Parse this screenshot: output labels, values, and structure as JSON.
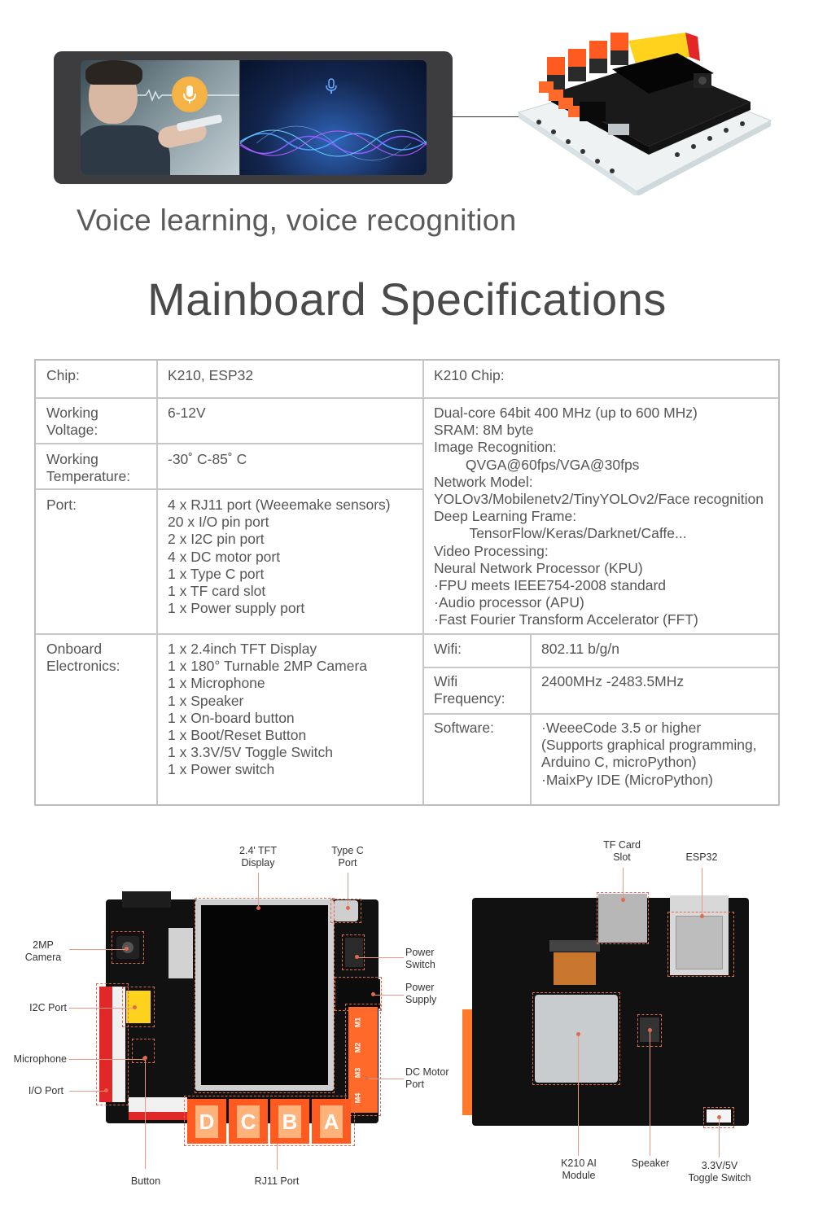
{
  "top": {
    "caption": "Voice learning, voice recognition"
  },
  "spec_title": "Mainboard Specifications",
  "table": {
    "chip_label": "Chip:",
    "chip_value": "K210, ESP32",
    "k210_header": "K210 Chip:",
    "voltage_label": "Working\nVoltage:",
    "voltage_value": "6-12V",
    "temp_label": "Working\nTemperature:",
    "temp_value": "-30˚ C-85˚ C",
    "port_label": "Port:",
    "port_value": "4 x RJ11 port (Weeemake sensors)\n20 x I/O pin port\n2 x I2C pin port\n4 x DC motor port\n1 x Type C port\n1 x TF card slot\n1 x Power supply port",
    "k210_specs": "Dual-core 64bit 400 MHz (up to 600 MHz)\nSRAM: 8M byte\nImage Recognition:\n        QVGA@60fps/VGA@30fps\nNetwork Model:\nYOLOv3/Mobilenetv2/TinyYOLOv2/Face recognition\nDeep Learning Frame:\n         TensorFlow/Keras/Darknet/Caffe...\nVideo Processing:\nNeural Network Processor (KPU)\n·FPU meets IEEE754-2008 standard\n·Audio processor (APU)\n·Fast Fourier Transform Accelerator (FFT)",
    "onboard_label": "Onboard\nElectronics:",
    "onboard_value": "1 x 2.4inch TFT Display\n1 x 180° Turnable 2MP Camera\n1 x Microphone\n1 x Speaker\n1 x On-board button\n1 x Boot/Reset Button\n1 x 3.3V/5V Toggle Switch\n1 x Power switch",
    "wifi_label": "Wifi:",
    "wifi_value": "802.11 b/g/n",
    "wifi_freq_label": "Wifi\nFrequency:",
    "wifi_freq_value": "2400MHz -2483.5MHz",
    "software_label": "Software:",
    "software_value": "·WeeeCode 3.5 or higher\n(Supports graphical programming,\nArduino C, microPython)\n·MaixPy IDE (MicroPython)"
  },
  "front_board": {
    "tft": "2.4' TFT\nDisplay",
    "typec": "Type C\nPort",
    "camera": "2MP\nCamera",
    "power_switch": "Power\nSwitch",
    "power_supply": "Power\nSupply",
    "i2c": "I2C Port",
    "microphone": "Microphone",
    "dc_motor": "DC Motor\nPort",
    "io": "I/O Port",
    "button": "Button",
    "rj11": "RJ11 Port",
    "rj11_letters": [
      "D",
      "C",
      "B",
      "A"
    ],
    "motor_letters": [
      "M1",
      "M2",
      "M3",
      "M4"
    ]
  },
  "back_board": {
    "tf_card": "TF Card\nSlot",
    "esp32": "ESP32",
    "k210": "K210 AI\nModule",
    "speaker": "Speaker",
    "toggle": "3.3V/5V\nToggle Switch"
  }
}
